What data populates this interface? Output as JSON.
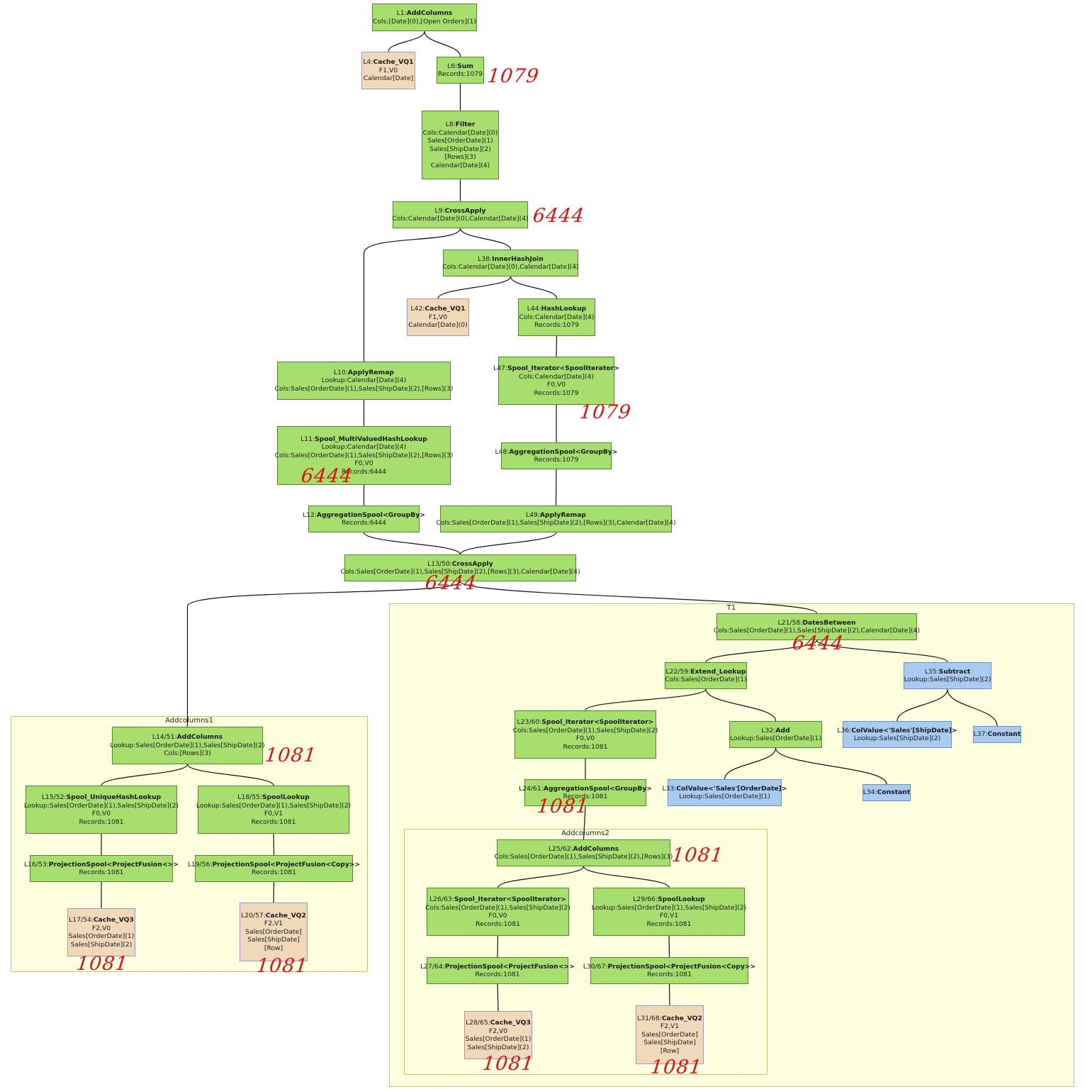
{
  "groups": [
    {
      "key": "addcolumns1",
      "label": "Addcolumns1"
    },
    {
      "key": "t1",
      "label": "T1"
    },
    {
      "key": "addcolumns2",
      "label": "Addcolumns2"
    }
  ],
  "nodes": [
    {
      "key": "n1",
      "kind": "green",
      "id": "L1:",
      "op": "AddColumns",
      "lines": [
        "Cols:[Date](0),[Open Orders](1)"
      ]
    },
    {
      "key": "n4",
      "kind": "cache",
      "id": "L4:",
      "op": "Cache_VQ1",
      "lines": [
        "F1,V0",
        "Calendar[Date]"
      ]
    },
    {
      "key": "n6",
      "kind": "green",
      "id": "L6:",
      "op": "Sum",
      "lines": [
        "Records:1079"
      ]
    },
    {
      "key": "n8",
      "kind": "green",
      "id": "L8:",
      "op": "Filter",
      "lines": [
        "Cols:Calendar[Date](0)",
        "Sales[OrderDate](1)",
        "Sales[ShipDate](2)",
        "[Rows](3)",
        "Calendar[Date](4)"
      ]
    },
    {
      "key": "n9",
      "kind": "green",
      "id": "L9:",
      "op": "CrossApply",
      "lines": [
        "Cols:Calendar[Date](0),Calendar[Date](4)"
      ]
    },
    {
      "key": "n38",
      "kind": "green",
      "id": "L38:",
      "op": "InnerHashJoin",
      "lines": [
        "Cols:Calendar[Date](0),Calendar[Date](4)"
      ]
    },
    {
      "key": "n42",
      "kind": "cache",
      "id": "L42:",
      "op": "Cache_VQ1",
      "lines": [
        "F1,V0",
        "Calendar[Date](0)"
      ]
    },
    {
      "key": "n44",
      "kind": "green",
      "id": "L44:",
      "op": "HashLookup",
      "lines": [
        "Cols:Calendar[Date](4)",
        "Records:1079"
      ]
    },
    {
      "key": "n10",
      "kind": "green",
      "id": "L10:",
      "op": "ApplyRemap",
      "lines": [
        "Lookup:Calendar[Date](4)",
        "Cols:Sales[OrderDate](1),Sales[ShipDate](2),[Rows](3)"
      ]
    },
    {
      "key": "n47",
      "kind": "green",
      "id": "L47:",
      "op": "Spool_Iterator<SpoolIterator>",
      "lines": [
        "Cols:Calendar[Date](4)",
        "F0,V0",
        "Records:1079"
      ]
    },
    {
      "key": "n11",
      "kind": "green",
      "id": "L11:",
      "op": "Spool_MultiValuedHashLookup",
      "lines": [
        "Lookup:Calendar[Date](4)",
        "Cols:Sales[OrderDate](1),Sales[ShipDate](2),[Rows](3)",
        "F0,V0",
        "Records:6444"
      ]
    },
    {
      "key": "n48",
      "kind": "green",
      "id": "L48:",
      "op": "AggregationSpool<GroupBy>",
      "lines": [
        "Records:1079"
      ]
    },
    {
      "key": "n12",
      "kind": "green",
      "id": "L12:",
      "op": "AggregationSpool<GroupBy>",
      "lines": [
        "Records:6444"
      ]
    },
    {
      "key": "n49",
      "kind": "green",
      "id": "L49:",
      "op": "ApplyRemap",
      "lines": [
        "Cols:Sales[OrderDate](1),Sales[ShipDate](2),[Rows](3),Calendar[Date](4)"
      ]
    },
    {
      "key": "n13",
      "kind": "green",
      "id": "L13/50:",
      "op": "CrossApply",
      "lines": [
        "Cols:Sales[OrderDate](1),Sales[ShipDate](2),[Rows](3),Calendar[Date](4)"
      ]
    },
    {
      "key": "n21",
      "kind": "green",
      "id": "L21/58:",
      "op": "DatesBetween",
      "lines": [
        "Cols:Sales[OrderDate](1),Sales[ShipDate](2),Calendar[Date](4)"
      ]
    },
    {
      "key": "n22",
      "kind": "green",
      "id": "L22/59:",
      "op": "Extend_Lookup",
      "lines": [
        "Cols:Sales[OrderDate](1)"
      ]
    },
    {
      "key": "n35",
      "kind": "blue",
      "id": "L35:",
      "op": "Subtract",
      "lines": [
        "Lookup:Sales[ShipDate](2)"
      ]
    },
    {
      "key": "n23",
      "kind": "green",
      "id": "L23/60:",
      "op": "Spool_Iterator<SpoolIterator>",
      "lines": [
        "Cols:Sales[OrderDate](1),Sales[ShipDate](2)",
        "F0,V0",
        "Records:1081"
      ]
    },
    {
      "key": "n32",
      "kind": "green",
      "id": "L32:",
      "op": "Add",
      "lines": [
        "Lookup:Sales[OrderDate](1)"
      ]
    },
    {
      "key": "n36",
      "kind": "blue",
      "id": "L36:",
      "op": "ColValue<'Sales'[ShipDate]>",
      "lines": [
        "Lookup:Sales[ShipDate](2)"
      ]
    },
    {
      "key": "n37",
      "kind": "blue",
      "id": "L37:",
      "op": "Constant",
      "lines": []
    },
    {
      "key": "n24",
      "kind": "green",
      "id": "L24/61:",
      "op": "AggregationSpool<GroupBy>",
      "lines": [
        "Records:1081"
      ]
    },
    {
      "key": "n33",
      "kind": "blue",
      "id": "L33:",
      "op": "ColValue<'Sales'[OrderDate]>",
      "lines": [
        "Lookup:Sales[OrderDate](1)"
      ]
    },
    {
      "key": "n34",
      "kind": "blue",
      "id": "L34:",
      "op": "Constant",
      "lines": []
    },
    {
      "key": "n14",
      "kind": "green",
      "id": "L14/51:",
      "op": "AddColumns",
      "lines": [
        "Lookup:Sales[OrderDate](1),Sales[ShipDate](2)",
        "Cols:[Rows](3)"
      ]
    },
    {
      "key": "n15",
      "kind": "green",
      "id": "L15/52:",
      "op": "Spool_UniqueHashLookup",
      "lines": [
        "Lookup:Sales[OrderDate](1),Sales[ShipDate](2)",
        "F0,V0",
        "Records:1081"
      ]
    },
    {
      "key": "n18",
      "kind": "green",
      "id": "L18/55:",
      "op": "SpoolLookup",
      "lines": [
        "Lookup:Sales[OrderDate](1),Sales[ShipDate](2)",
        "F0,V1",
        "Records:1081"
      ]
    },
    {
      "key": "n16",
      "kind": "green",
      "id": "L16/53:",
      "op": "ProjectionSpool<ProjectFusion<>>",
      "lines": [
        "Records:1081"
      ]
    },
    {
      "key": "n19",
      "kind": "green",
      "id": "L19/56:",
      "op": "ProjectionSpool<ProjectFusion<Copy>>",
      "lines": [
        "Records:1081"
      ]
    },
    {
      "key": "n17",
      "kind": "cache",
      "id": "L17/54:",
      "op": "Cache_VQ3",
      "lines": [
        "F2,V0",
        "Sales[OrderDate](1)",
        "Sales[ShipDate](2)"
      ]
    },
    {
      "key": "n20",
      "kind": "cache",
      "id": "L20/57:",
      "op": "Cache_VQ2",
      "lines": [
        "F2,V1",
        "Sales[OrderDate]",
        "Sales[ShipDate]",
        "[Row]"
      ]
    },
    {
      "key": "n25",
      "kind": "green",
      "id": "L25/62:",
      "op": "AddColumns",
      "lines": [
        "Cols:Sales[OrderDate](1),Sales[ShipDate](2),[Rows](3)"
      ]
    },
    {
      "key": "n26",
      "kind": "green",
      "id": "L26/63:",
      "op": "Spool_Iterator<SpoolIterator>",
      "lines": [
        "Cols:Sales[OrderDate](1),Sales[ShipDate](2)",
        "F0,V0",
        "Records:1081"
      ]
    },
    {
      "key": "n29",
      "kind": "green",
      "id": "L29/66:",
      "op": "SpoolLookup",
      "lines": [
        "Lookup:Sales[OrderDate](1),Sales[ShipDate](2)",
        "F0,V1",
        "Records:1081"
      ]
    },
    {
      "key": "n27",
      "kind": "green",
      "id": "L27/64:",
      "op": "ProjectionSpool<ProjectFusion<>>",
      "lines": [
        "Records:1081"
      ]
    },
    {
      "key": "n30",
      "kind": "green",
      "id": "L30/67:",
      "op": "ProjectionSpool<ProjectFusion<Copy>>",
      "lines": [
        "Records:1081"
      ]
    },
    {
      "key": "n28",
      "kind": "cache",
      "id": "L28/65:",
      "op": "Cache_VQ3",
      "lines": [
        "F2,V0",
        "Sales[OrderDate](1)",
        "Sales[ShipDate](2)"
      ]
    },
    {
      "key": "n31",
      "kind": "cache",
      "id": "L31/68:",
      "op": "Cache_VQ2",
      "lines": [
        "F2,V1",
        "Sales[OrderDate]",
        "Sales[ShipDate]",
        "[Row]"
      ]
    }
  ],
  "edges": [
    [
      "n1",
      "n4"
    ],
    [
      "n1",
      "n6"
    ],
    [
      "n6",
      "n8"
    ],
    [
      "n8",
      "n9"
    ],
    [
      "n9",
      "n10"
    ],
    [
      "n9",
      "n38"
    ],
    [
      "n38",
      "n42"
    ],
    [
      "n38",
      "n44"
    ],
    [
      "n44",
      "n47"
    ],
    [
      "n47",
      "n48"
    ],
    [
      "n48",
      "n49"
    ],
    [
      "n10",
      "n11"
    ],
    [
      "n11",
      "n12"
    ],
    [
      "n12",
      "n13"
    ],
    [
      "n49",
      "n13"
    ],
    [
      "n13",
      "n14"
    ],
    [
      "n13",
      "n21"
    ],
    [
      "n21",
      "n22"
    ],
    [
      "n21",
      "n35"
    ],
    [
      "n22",
      "n23"
    ],
    [
      "n22",
      "n32"
    ],
    [
      "n35",
      "n36"
    ],
    [
      "n35",
      "n37"
    ],
    [
      "n32",
      "n33"
    ],
    [
      "n32",
      "n34"
    ],
    [
      "n23",
      "n24"
    ],
    [
      "n24",
      "n25"
    ],
    [
      "n14",
      "n15"
    ],
    [
      "n14",
      "n18"
    ],
    [
      "n15",
      "n16"
    ],
    [
      "n16",
      "n17"
    ],
    [
      "n18",
      "n19"
    ],
    [
      "n19",
      "n20"
    ],
    [
      "n25",
      "n26"
    ],
    [
      "n25",
      "n29"
    ],
    [
      "n26",
      "n27"
    ],
    [
      "n27",
      "n28"
    ],
    [
      "n29",
      "n30"
    ],
    [
      "n30",
      "n31"
    ]
  ],
  "annotations": [
    {
      "key": "a1",
      "text": "1079"
    },
    {
      "key": "a2",
      "text": "6444"
    },
    {
      "key": "a3",
      "text": "1079"
    },
    {
      "key": "a4",
      "text": "6444"
    },
    {
      "key": "a5",
      "text": "6444"
    },
    {
      "key": "a6",
      "text": "6444"
    },
    {
      "key": "a7",
      "text": "1081"
    },
    {
      "key": "a8",
      "text": "1081"
    },
    {
      "key": "a9",
      "text": "1081"
    },
    {
      "key": "a10",
      "text": "1081"
    },
    {
      "key": "a11",
      "text": "1081"
    },
    {
      "key": "a12",
      "text": "1081"
    },
    {
      "key": "a13",
      "text": "1081"
    }
  ],
  "colors": {
    "node_green": "#a6df6e",
    "node_cache": "#f0d9b8",
    "node_blue": "#a9cbef",
    "group_fill": "#fdfedd",
    "annotation": "#e11111"
  }
}
